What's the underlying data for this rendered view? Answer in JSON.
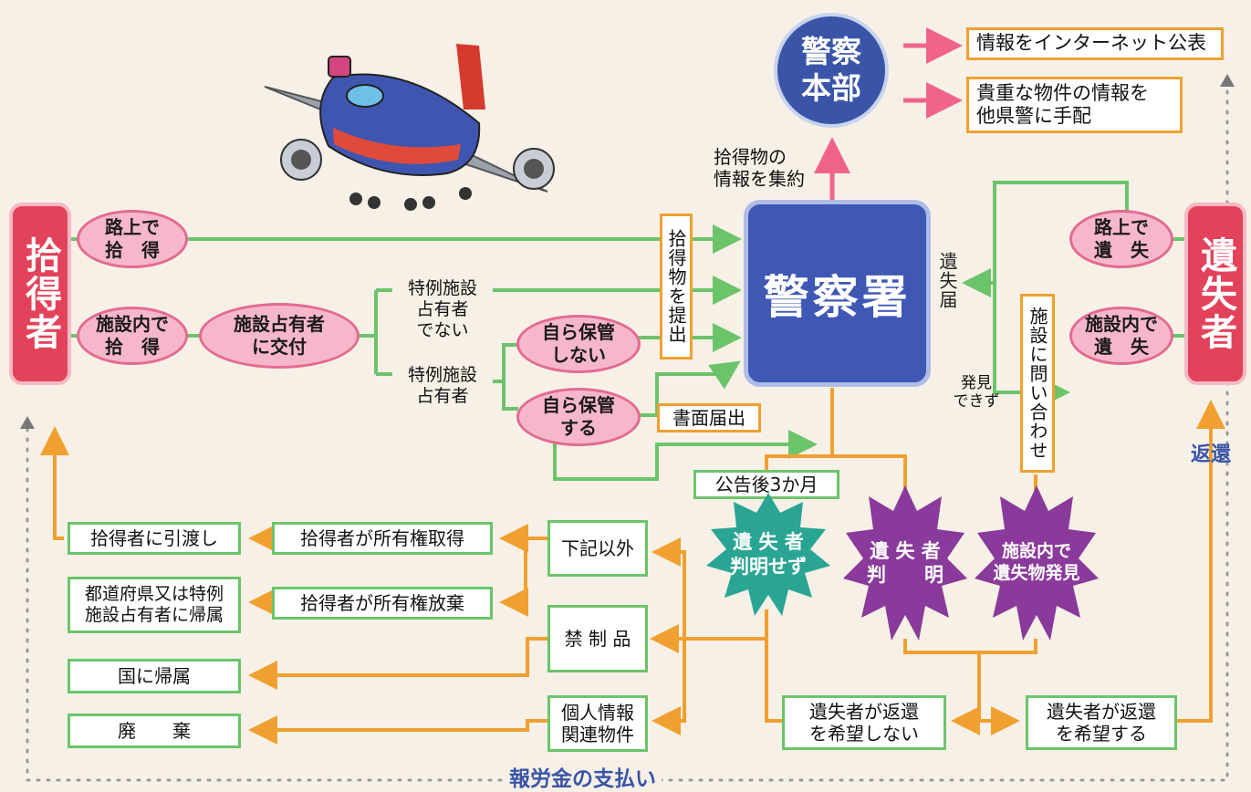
{
  "headquarters": "警察\n本部",
  "hq_outputs": [
    "情報をインターネット公表",
    "貴重な物件の情報を\n他県警に手配"
  ],
  "collect_label": "拾得物の\n情報を集約",
  "police_station": "警察署",
  "finder": "拾得者",
  "loser": "遺失者",
  "finder_ovals": {
    "road": "路上で\n拾　得",
    "facility": "施設内で\n拾　得",
    "handover": "施設占有者\nに交付",
    "not_store": "自ら保管\nしない",
    "store": "自ら保管\nする"
  },
  "special_not": "特例施設\n占有者\nでない",
  "special_yes": "特例施設\n占有者",
  "submit_label": "拾得物を提出",
  "written_notice": "書面届出",
  "loser_ovals": {
    "road": "路上で\n遺　失",
    "facility": "施設内で\n遺　失"
  },
  "loss_report": "遺失届",
  "inquiry": "施設に問い合わせ",
  "not_found": "発見\nできず",
  "return_label": "返還",
  "announce": "公告後3か月",
  "stars": {
    "unknown": "遺 失 者\n判明せず",
    "known": "遺 失 者\n判　　明",
    "found_in_facility": "施設内で\n遺失物発見"
  },
  "left_results": [
    "拾得者に引渡し",
    "都道府県又は特例\n施設占有者に帰属",
    "国に帰属",
    "廃　　棄"
  ],
  "middle_results": [
    "拾得者が所有権取得",
    "拾得者が所有権放棄"
  ],
  "categories": [
    "下記以外",
    "禁 制 品",
    "個人情報\n関連物件"
  ],
  "wish_no": "遺失者が返還\nを希望しない",
  "wish_yes": "遺失者が返還\nを希望する",
  "reward": "報労金の支払い",
  "colors": {
    "pink": "#f0648c",
    "green": "#6cc46a",
    "orange": "#f0a030",
    "navy": "#3a55a8"
  }
}
